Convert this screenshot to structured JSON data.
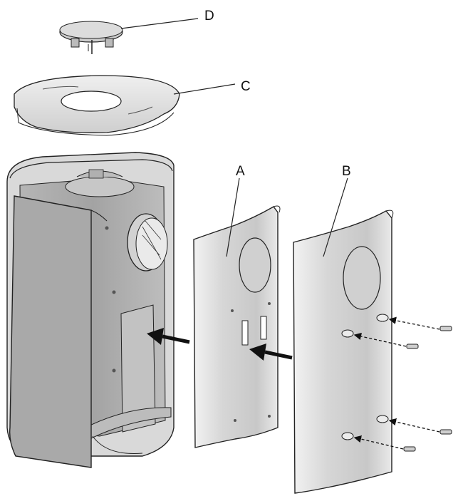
{
  "callouts": {
    "a": "A",
    "b": "B",
    "c": "C",
    "d": "D"
  },
  "colors": {
    "outline": "#222222",
    "panel_light": "#e6e6e6",
    "panel_mid": "#cfcfcf",
    "panel_dark": "#b3b3b3",
    "body_dark": "#9e9e9e"
  }
}
